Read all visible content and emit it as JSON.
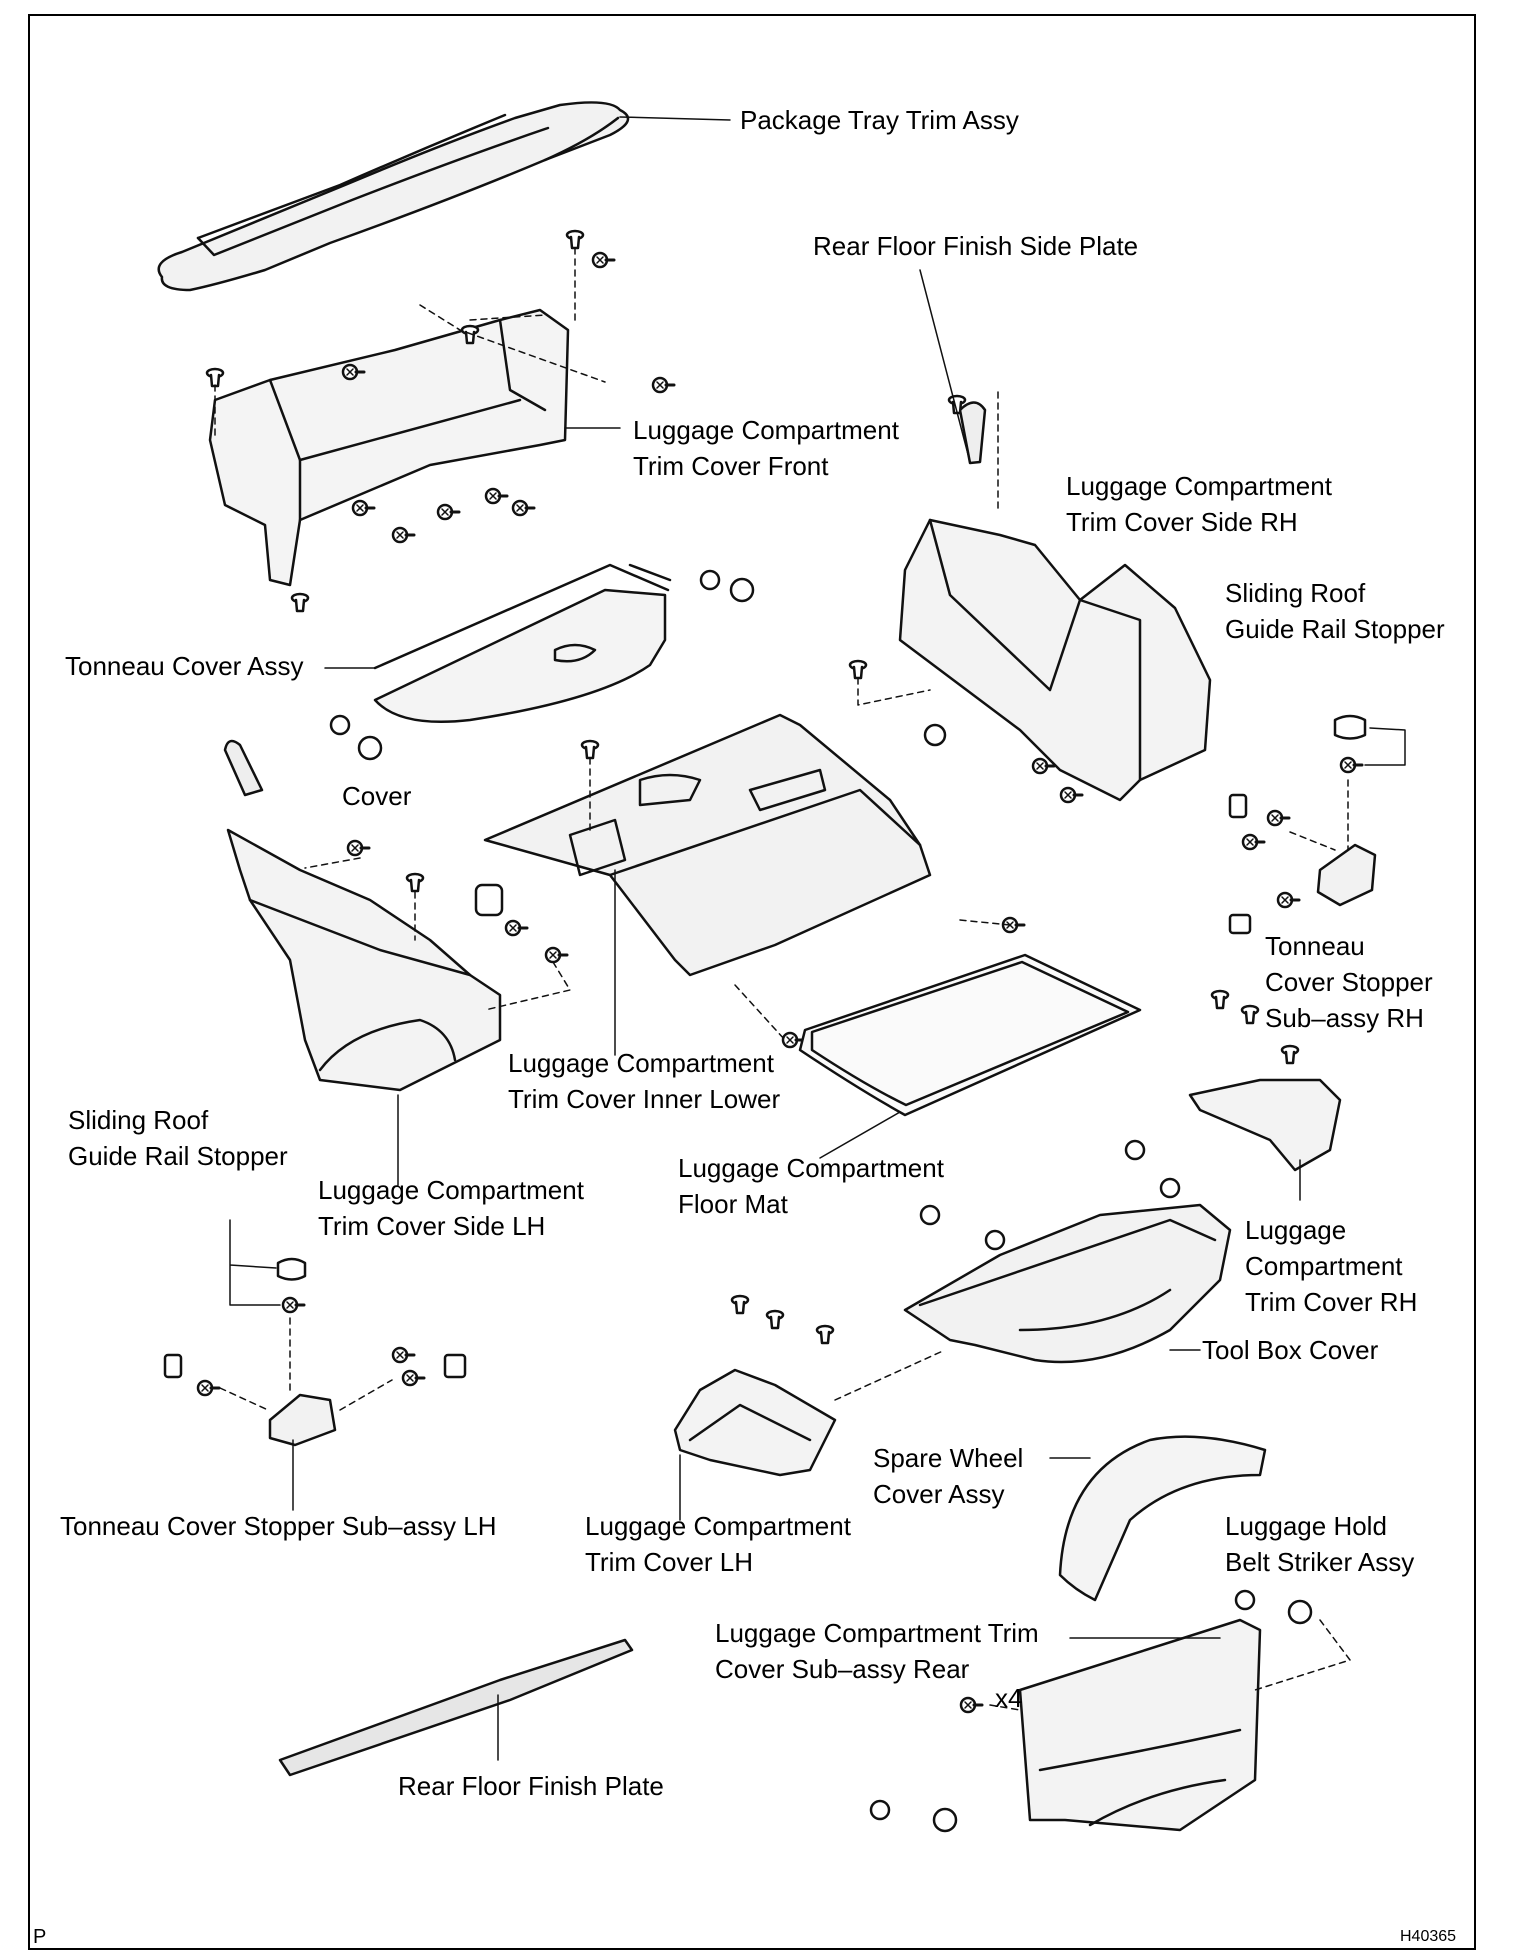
{
  "labels": {
    "package_tray": "Package Tray Trim Assy",
    "rear_floor_side_plate": "Rear Floor Finish Side Plate",
    "trim_front": [
      "Luggage Compartment",
      "Trim Cover Front"
    ],
    "trim_side_rh": [
      "Luggage Compartment",
      "Trim Cover Side RH"
    ],
    "stopper_right": [
      "Sliding Roof",
      "Guide Rail Stopper"
    ],
    "tonneau_cover": "Tonneau Cover Assy",
    "cover": "Cover",
    "tonneau_stopper_rh": [
      "Tonneau",
      "Cover Stopper",
      "Sub–assy RH"
    ],
    "inner_lower": [
      "Luggage Compartment",
      "Trim Cover Inner Lower"
    ],
    "stopper_left": [
      "Sliding Roof",
      "Guide Rail Stopper"
    ],
    "trim_side_lh": [
      "Luggage Compartment",
      "Trim Cover Side LH"
    ],
    "floor_mat": [
      "Luggage Compartment",
      "Floor Mat"
    ],
    "trim_rh": [
      "Luggage",
      "Compartment",
      "Trim Cover RH"
    ],
    "tool_box": "Tool Box Cover",
    "tonneau_stopper_lh": "Tonneau Cover Stopper Sub–assy LH",
    "trim_lh": [
      "Luggage Compartment",
      "Trim Cover LH"
    ],
    "spare_wheel": [
      "Spare Wheel",
      "Cover Assy"
    ],
    "belt_striker": [
      "Luggage Hold",
      "Belt Striker Assy"
    ],
    "trim_rear": [
      "Luggage Compartment Trim",
      "Cover Sub–assy Rear"
    ],
    "qty": "x4",
    "rear_floor_plate": "Rear Floor Finish Plate",
    "corner_p": "P",
    "figure_code": "H40365"
  }
}
